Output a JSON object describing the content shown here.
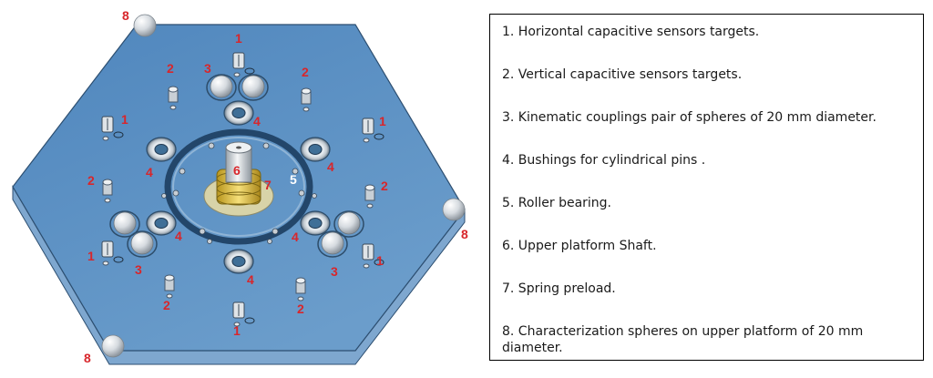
{
  "colors": {
    "background": "#ffffff",
    "platform_top": "#5f93c6",
    "platform_side": "#7ea7cf",
    "callout_red": "#d8262b",
    "callout_white": "#ffffff",
    "legend_border": "#000000"
  },
  "figure": {
    "callouts": [
      {
        "text": "8",
        "color": "red"
      },
      {
        "text": "1",
        "color": "red"
      },
      {
        "text": "2",
        "color": "red"
      },
      {
        "text": "3",
        "color": "red"
      },
      {
        "text": "2",
        "color": "red"
      },
      {
        "text": "1",
        "color": "red"
      },
      {
        "text": "1",
        "color": "red"
      },
      {
        "text": "4",
        "color": "red"
      },
      {
        "text": "4",
        "color": "red"
      },
      {
        "text": "4",
        "color": "red"
      },
      {
        "text": "6",
        "color": "red"
      },
      {
        "text": "7",
        "color": "red"
      },
      {
        "text": "5",
        "color": "white"
      },
      {
        "text": "2",
        "color": "red"
      },
      {
        "text": "2",
        "color": "red"
      },
      {
        "text": "4",
        "color": "red"
      },
      {
        "text": "4",
        "color": "red"
      },
      {
        "text": "1",
        "color": "red"
      },
      {
        "text": "1",
        "color": "red"
      },
      {
        "text": "3",
        "color": "red"
      },
      {
        "text": "3",
        "color": "red"
      },
      {
        "text": "4",
        "color": "red"
      },
      {
        "text": "2",
        "color": "red"
      },
      {
        "text": "2",
        "color": "red"
      },
      {
        "text": "1",
        "color": "red"
      },
      {
        "text": "8",
        "color": "red"
      },
      {
        "text": "8",
        "color": "red"
      }
    ]
  },
  "legend": {
    "items": [
      "1.   Horizontal capacitive sensors targets.",
      "2. Vertical capacitive sensors targets.",
      "3. Kinematic couplings pair of spheres of 20 mm  diameter.",
      "4. Bushings for cylindrical pins .",
      "5. Roller bearing.",
      "6. Upper platform Shaft.",
      "7. Spring preload.",
      "8. Characterization spheres on upper platform of 20 mm diameter."
    ]
  }
}
